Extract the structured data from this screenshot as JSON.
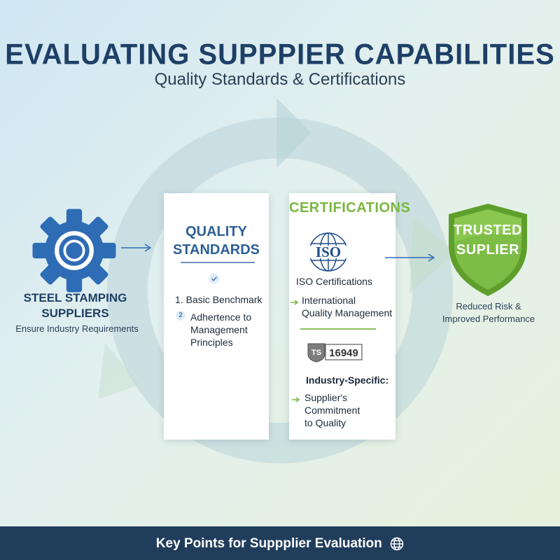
{
  "header": {
    "title": "EVALUATING SUPPPIER CAPABILITIES",
    "subtitle": "Quality Standards & Certifications"
  },
  "left": {
    "icon": "gear-icon",
    "title_line1": "STEEL STAMPING",
    "title_line2": "SUPPLIERS",
    "subtitle": "Ensure Industry Requirements"
  },
  "quality_card": {
    "title_line1": "QUALITY",
    "title_line2": "STANDARDS",
    "check_icon": "check-icon",
    "item1": "1. Basic Benchmark",
    "item2_number": "2",
    "item2_line1": "Adhertence to",
    "item2_line2": "Management",
    "item2_line3": "Principles"
  },
  "cert_card": {
    "title": "CERTIFICATIONS",
    "iso_logo_text": "ISO",
    "iso_label": "ISO Certifications",
    "iso_desc_line1": "International",
    "iso_desc_line2": "Quality Management",
    "ts_logo_prefix": "TS",
    "ts_logo_number": "16949",
    "industry_label": "Industry-Specific:",
    "industry_desc_line1": "Supplier's Commitment",
    "industry_desc_line2": "to Quality"
  },
  "right": {
    "shield_line1": "TRUSTED",
    "shield_line2": "SUPLIER",
    "subtitle_line1": "Reduced Risk &",
    "subtitle_line2": "Improved Performance"
  },
  "footer": {
    "text": "Key Points for Suppplier Evaluation",
    "icon": "globe-icon"
  },
  "colors": {
    "navy": "#1e3f66",
    "blue": "#2e6cb5",
    "green": "#7ab641",
    "footer_bg": "#213d5c"
  }
}
